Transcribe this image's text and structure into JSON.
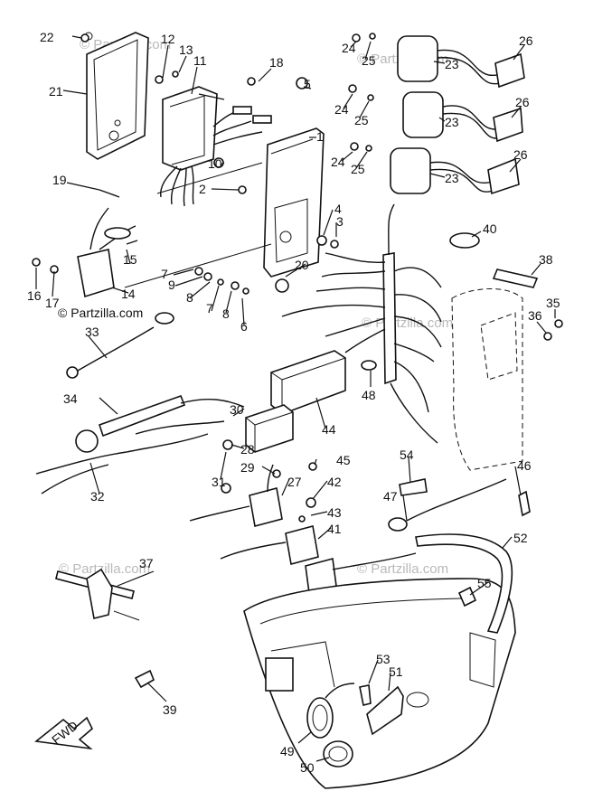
{
  "watermarks": [
    "© Partzilla.com",
    "© Partzilla.com",
    "© Partzilla.com",
    "© Partzilla.com",
    "© Partzilla.com"
  ],
  "fwd_label": "FWD",
  "callouts": [
    "1",
    "2",
    "3",
    "4",
    "5",
    "6",
    "7",
    "7",
    "8",
    "8",
    "9",
    "10",
    "11",
    "12",
    "13",
    "14",
    "15",
    "16",
    "17",
    "18",
    "19",
    "20",
    "21",
    "22",
    "23",
    "23",
    "23",
    "24",
    "24",
    "24",
    "25",
    "25",
    "25",
    "26",
    "26",
    "26",
    "27",
    "28",
    "29",
    "30",
    "31",
    "32",
    "33",
    "34",
    "35",
    "36",
    "37",
    "38",
    "39",
    "40",
    "41",
    "42",
    "43",
    "44",
    "45",
    "46",
    "47",
    "48",
    "49",
    "50",
    "51",
    "52",
    "53",
    "54",
    "55"
  ]
}
